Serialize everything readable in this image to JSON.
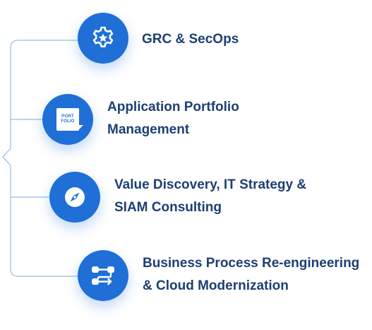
{
  "items": [
    {
      "icon": "gear-star-icon",
      "lines": [
        "GRC & SecOps"
      ]
    },
    {
      "icon": "portfolio-badge-icon",
      "badge_lines": [
        "PORT",
        "FOLIO"
      ],
      "lines": [
        "Application Portfolio",
        "Management"
      ]
    },
    {
      "icon": "compass-icon",
      "lines": [
        "Value Discovery, IT Strategy &",
        "SIAM Consulting"
      ]
    },
    {
      "icon": "process-flow-icon",
      "lines": [
        "Business Process Re-engineering",
        "& Cloud Modernization"
      ]
    }
  ],
  "colors": {
    "accent": "#1f6fd6",
    "text": "#1d3f73",
    "connector": "#a9c6ea"
  }
}
